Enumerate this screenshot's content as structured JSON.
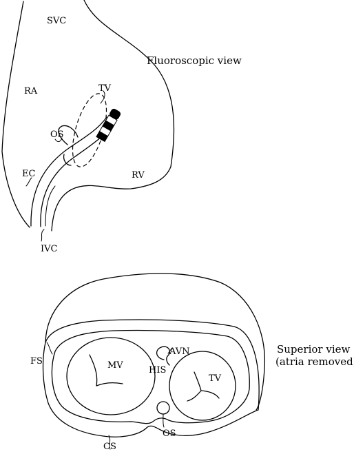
{
  "fluoroscopic": {
    "caption": "Fluoroscopic view",
    "labels": {
      "svc": "SVC",
      "ra": "RA",
      "tv": "TV",
      "os": "OS",
      "ec": "EC",
      "rv": "RV",
      "ivc": "IVC"
    }
  },
  "superior": {
    "caption_line1": "Superior view",
    "caption_line2": "(atria removed)",
    "labels": {
      "fs": "FS",
      "mv": "MV",
      "avn": "AVN",
      "his": "HIS",
      "tv": "TV",
      "os": "OS",
      "cs": "CS"
    }
  }
}
